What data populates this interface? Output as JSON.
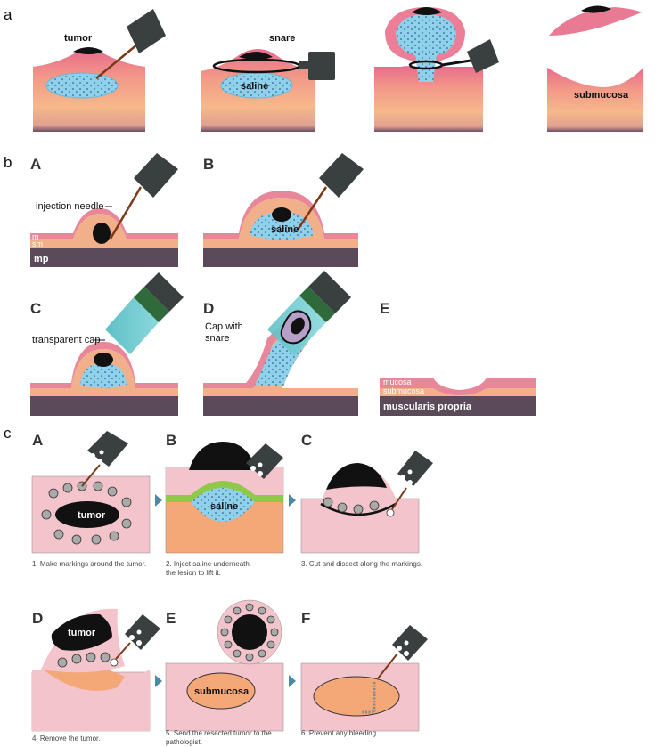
{
  "panels": {
    "a": "a",
    "b": "b",
    "c": "c"
  },
  "section_a": {
    "label_tumor": "tumor",
    "label_snare": "snare",
    "label_saline": "saline",
    "label_submucosa": "submucosa"
  },
  "section_b": {
    "letters": [
      "A",
      "B",
      "C",
      "D",
      "E"
    ],
    "label_injection_needle": "injection needle",
    "label_m": "m",
    "label_sm": "sm",
    "label_mp": "mp",
    "label_saline": "saline",
    "label_transparent_cap": "transparent cap",
    "label_cap_with_snare_1": "Cap with",
    "label_cap_with_snare_2": "snare",
    "label_mucosa": "mucosa",
    "label_submucosa": "submucosa",
    "label_muscularis_propria": "muscularis propria"
  },
  "section_c": {
    "letters": [
      "A",
      "B",
      "C",
      "D",
      "E",
      "F"
    ],
    "label_tumor_a": "tumor",
    "label_saline": "saline",
    "label_tumor_d": "tumor",
    "label_submucosa": "submucosa",
    "captions": [
      [
        "1. Make markings around the tumor."
      ],
      [
        "2. Inject saline underneath",
        "the lesion to lift it."
      ],
      [
        "3. Cut and dissect along the markings."
      ],
      [
        "4. Remove the tumor."
      ],
      [
        "5. Send the resected tumor to the",
        "pathologist."
      ],
      [
        "6. Prevent any bleeding."
      ]
    ]
  },
  "colors": {
    "mucosa_pink": "#e8869a",
    "submucosa_peach": "#f2b08a",
    "muscularis_dark": "#5a4a5a",
    "saline_blue": "#8fd0ea",
    "tissue_light_pink": "#f4c4cc",
    "submucosa_orange": "#f4a878",
    "green_layer": "#8fc94a",
    "cap_cyan": "#6cc8cc",
    "scope_gray": "#3a3f40",
    "arrow_blue": "#4a8aa8",
    "needle_brown": "#7a3a1a"
  }
}
